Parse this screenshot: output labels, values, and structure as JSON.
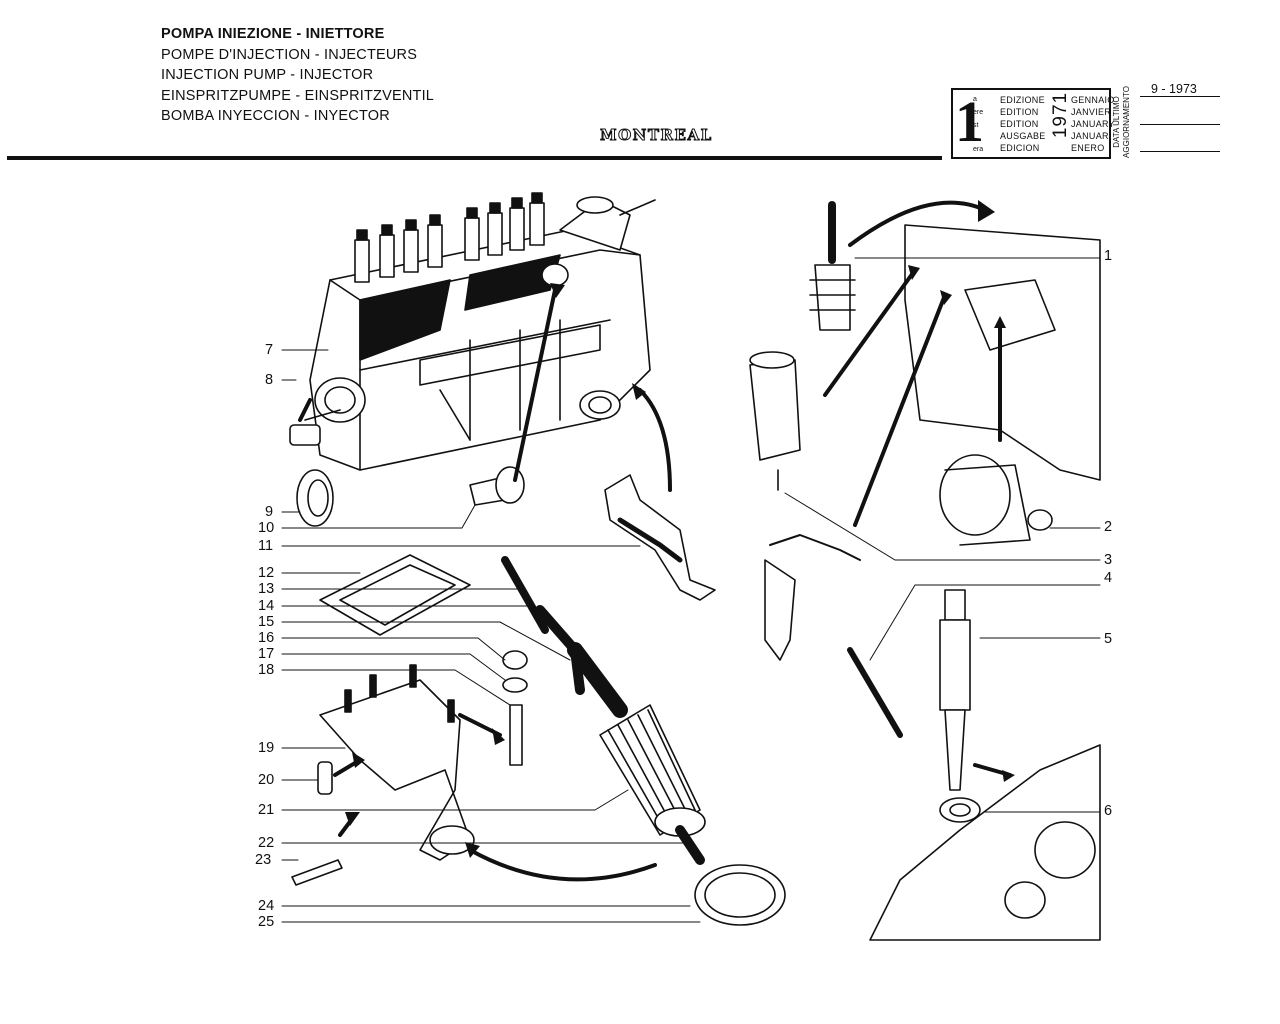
{
  "header": {
    "titles": [
      "POMPA INIEZIONE - INIETTORE",
      "POMPE D'INJECTION - INJECTEURS",
      "INJECTION PUMP - INJECTOR",
      "EINSPRITZPUMPE - EINSPRITZVENTIL",
      "BOMBA INYECCION - INYECTOR"
    ],
    "brand": "MONTREAL"
  },
  "edition": {
    "number": "1",
    "superscripts": [
      "a",
      "ere",
      "st",
      ".",
      "era"
    ],
    "labels": [
      "EDIZIONE",
      "EDITION",
      "EDITION",
      "AUSGABE",
      "EDICION"
    ],
    "months": [
      "GENNAIO",
      "JANVIER",
      "JANUARY",
      "JANUAR",
      "ENERO"
    ],
    "year": "1971",
    "update_label": "DATA ULTIMO AGGIORNAMENTO",
    "update_value": "9 - 1973"
  },
  "callouts": {
    "left": [
      "7",
      "8",
      "9",
      "10",
      "11",
      "12",
      "13",
      "14",
      "15",
      "16",
      "17",
      "18",
      "19",
      "20",
      "21",
      "22",
      "23",
      "24",
      "25"
    ],
    "right": [
      "1",
      "2",
      "3",
      "4",
      "5",
      "6"
    ]
  }
}
